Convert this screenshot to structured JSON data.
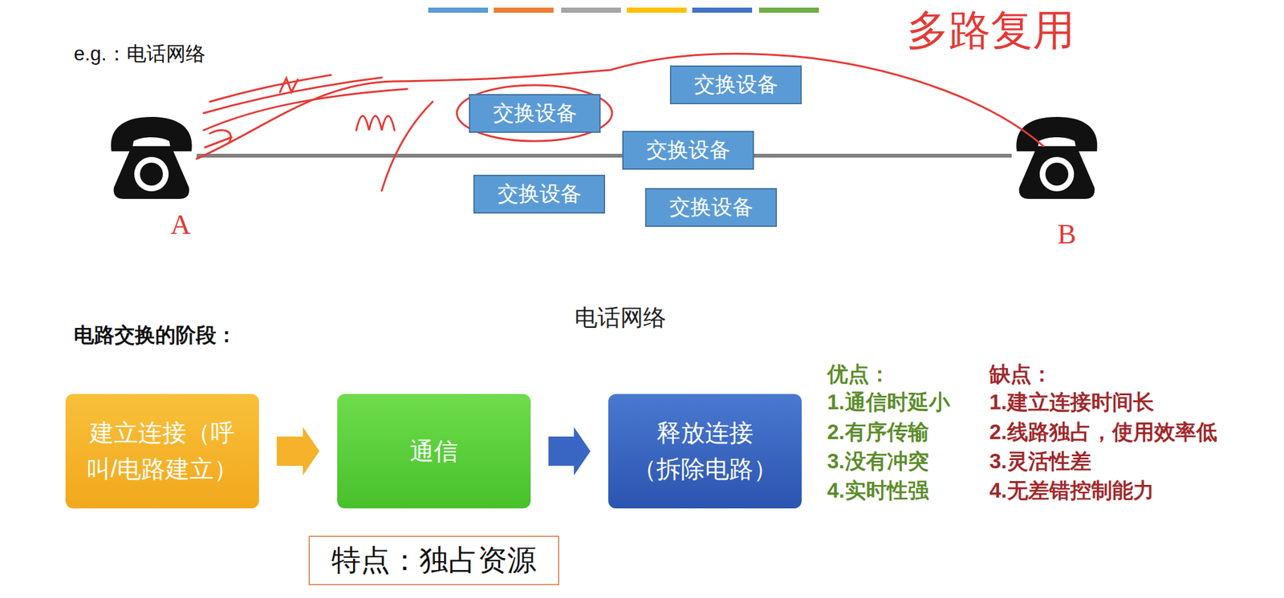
{
  "diagram": {
    "nodes": [
      {
        "text": [
          "电话网络"
        ]
      },
      {
        "text": [
          "交换设备"
        ],
        "in": 0
      },
      {
        "text": [
          "交换设备"
        ],
        "in": 0
      },
      {
        "text": [
          "交换设备"
        ],
        "in": 0
      },
      {
        "text": [
          "交换设备"
        ],
        "in": 0
      },
      {
        "text": [
          "交换设备"
        ],
        "in": 0
      },
      {
        "text": [
          "建立连接（呼叫/电路建立）"
        ]
      },
      {
        "text": [
          "通信"
        ]
      },
      {
        "text": [
          "释放连接 （拆除电路）"
        ]
      },
      {
        "text": [
          "特点：独占资源"
        ]
      }
    ],
    "edges": [
      {
        "from": 6,
        "to": 7,
        "arrow": "to"
      },
      {
        "from": 7,
        "to": 8,
        "arrow": "to"
      }
    ],
    "labels": [
      "e.g.：电话网络",
      "多路复用",
      "A",
      "B",
      "电路交换的阶段：",
      "优点：",
      "1.通信时延小",
      "2.有序传输",
      "3.没有冲突",
      "4.实时性强",
      "缺点：",
      "1.建立连接时间长",
      "2.线路独占，使用效率低",
      "3.灵活性差",
      "4.无差错控制能力"
    ]
  }
}
